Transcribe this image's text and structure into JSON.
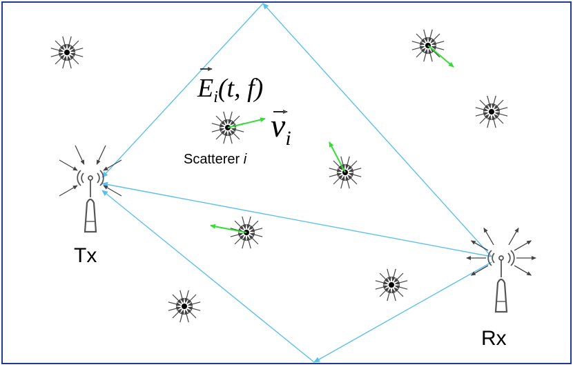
{
  "labels": {
    "tx": "Tx",
    "rx": "Rx",
    "scatterer_name": "Scatterer ",
    "scatterer_index": "i",
    "field_symbol": "E",
    "field_subscript": "i",
    "field_args": "(t, f)",
    "velocity_symbol": "v",
    "velocity_subscript": "i"
  },
  "colors": {
    "frame": "#1f3a93",
    "ray": "#5bc0eb",
    "velocity": "#33dd33",
    "arrow": "#444444",
    "node": "#000000",
    "antenna": "#555555"
  },
  "icons": {
    "scatterer": "scatterer-icon",
    "antenna": "antenna-icon"
  }
}
